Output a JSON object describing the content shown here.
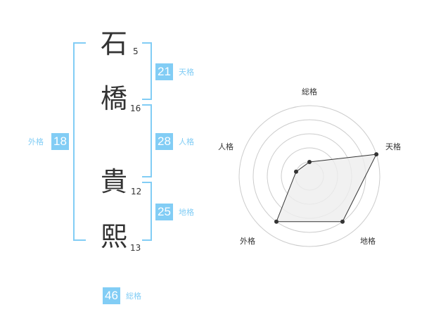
{
  "name": {
    "chars": [
      {
        "char": "石",
        "strokes": "5"
      },
      {
        "char": "橋",
        "strokes": "16"
      },
      {
        "char": "貴",
        "strokes": "12"
      },
      {
        "char": "熙",
        "strokes": "13"
      }
    ]
  },
  "kaku": {
    "tenkaku": {
      "value": "21",
      "label": "天格"
    },
    "jinkaku": {
      "value": "28",
      "label": "人格"
    },
    "chikaku": {
      "value": "25",
      "label": "地格"
    },
    "gaikaku": {
      "value": "18",
      "label": "外格"
    },
    "soukaku": {
      "value": "46",
      "label": "総格"
    }
  },
  "chart_data": {
    "type": "radar",
    "axes": [
      "総格",
      "天格",
      "地格",
      "外格",
      "人格"
    ],
    "values": [
      0.2,
      1.0,
      0.8,
      0.8,
      0.2
    ],
    "range": [
      0,
      1
    ],
    "rings": 5,
    "colors": {
      "accent": "#82cdf5",
      "grid": "#cccccc",
      "fill": "#eeeeee",
      "line": "#333333"
    }
  }
}
